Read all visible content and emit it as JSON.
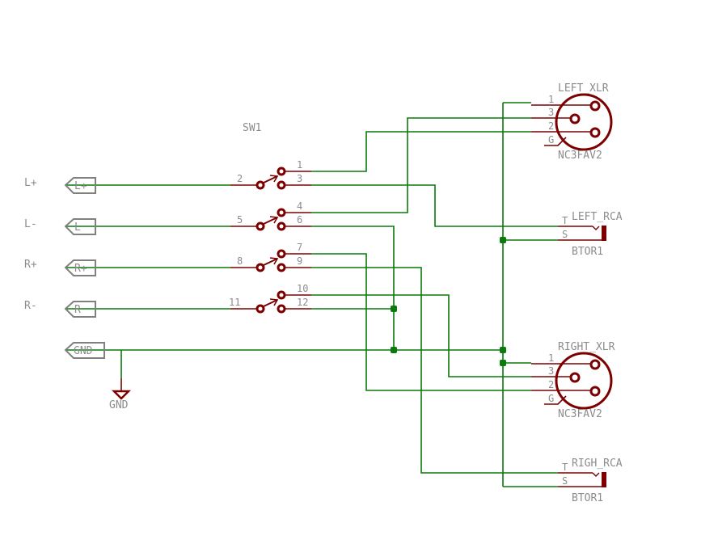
{
  "schematic": {
    "colors": {
      "wire": "#0a7a0a",
      "symbol": "#7d0000",
      "text": "#8c8c8c",
      "background": "#ffffff"
    },
    "input_ports": [
      {
        "label": "L+",
        "port_text": "L+"
      },
      {
        "label": "L-",
        "port_text": "L"
      },
      {
        "label": "R+",
        "port_text": "R+"
      },
      {
        "label": "R-",
        "port_text": "R"
      },
      {
        "label": "",
        "port_text": "GND"
      }
    ],
    "gnd_symbol": {
      "label": "GND"
    },
    "switch": {
      "name": "SW1",
      "poles": [
        {
          "common": "2",
          "out_a": "1",
          "out_b": "3"
        },
        {
          "common": "5",
          "out_a": "4",
          "out_b": "6"
        },
        {
          "common": "8",
          "out_a": "7",
          "out_b": "9"
        },
        {
          "common": "11",
          "out_a": "10",
          "out_b": "12"
        }
      ]
    },
    "xlr_connectors": [
      {
        "name": "LEFT_XLR",
        "value": "NC3FAV2",
        "pins": [
          "1",
          "3",
          "2",
          "G"
        ]
      },
      {
        "name": "RIGHT_XLR",
        "value": "NC3FAV2",
        "pins": [
          "1",
          "3",
          "2",
          "G"
        ]
      }
    ],
    "rca_connectors": [
      {
        "name": "LEFT_RCA",
        "value": "BTOR1",
        "pins": [
          "T",
          "S"
        ]
      },
      {
        "name": "RIGH_RCA",
        "value": "BTOR1",
        "pins": [
          "T",
          "S"
        ]
      }
    ]
  }
}
